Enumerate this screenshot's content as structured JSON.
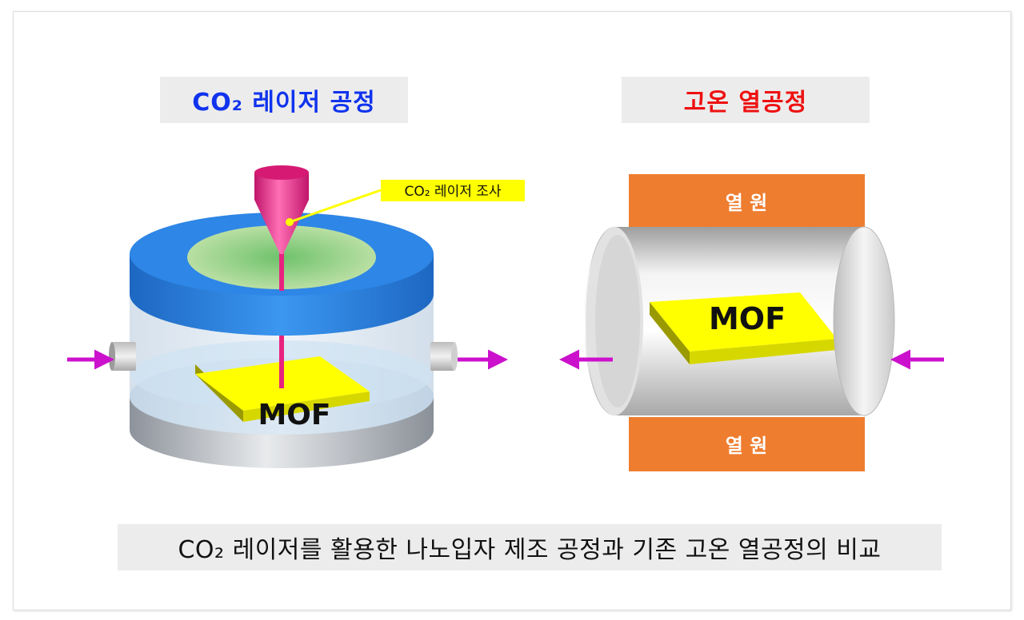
{
  "left_panel": {
    "title": "CO₂ 레이저 공정",
    "laser_callout": "CO₂ 레이저 조사",
    "sample_label": "MOF"
  },
  "right_panel": {
    "title": "고온 열공정",
    "heat_source_top": "열 원",
    "heat_source_bottom": "열 원",
    "sample_label": "MOF"
  },
  "caption": "CO₂ 레이저를 활용한 나노입자 제조 공정과  기존 고온 열공정의 비교",
  "colors": {
    "left_title": "#1033ee",
    "right_title": "#ee1111",
    "lid_blue": "#2e86e6",
    "laser_pink": "#e8237f",
    "arrow_magenta": "#cc11cc",
    "mof_yellow": "#ffff00",
    "heat_orange": "#ee7d2f",
    "callout_yellow": "#ffff00"
  }
}
